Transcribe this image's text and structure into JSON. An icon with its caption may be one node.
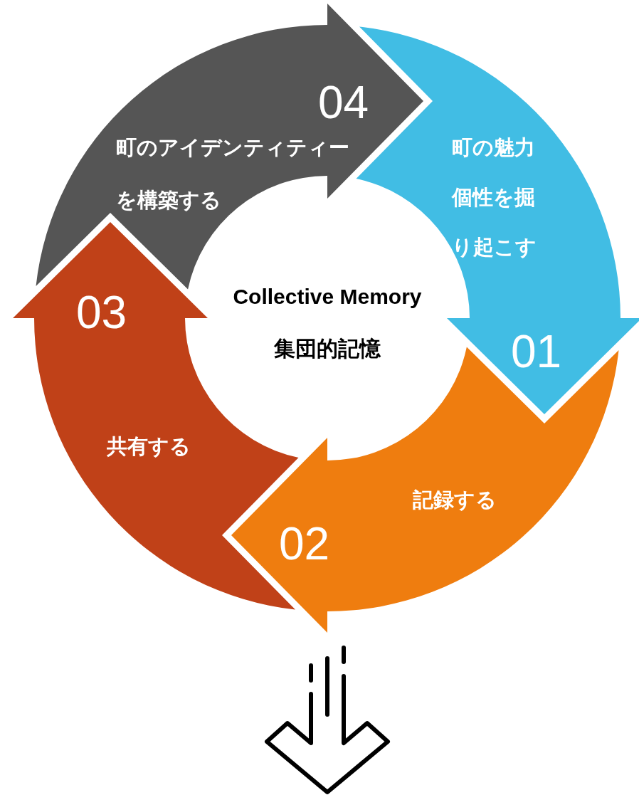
{
  "diagram": {
    "nodes": [
      {
        "text": [
          "Collective Memory",
          "集団的記憶"
        ]
      },
      {
        "text": [
          "町の魅力個性を掘り起こす",
          "01"
        ]
      },
      {
        "text": [
          "記録する",
          "02"
        ]
      },
      {
        "text": [
          "03",
          "共有する"
        ]
      },
      {
        "text": [
          "04",
          "町のアイデンティティーを構築する"
        ]
      }
    ]
  }
}
